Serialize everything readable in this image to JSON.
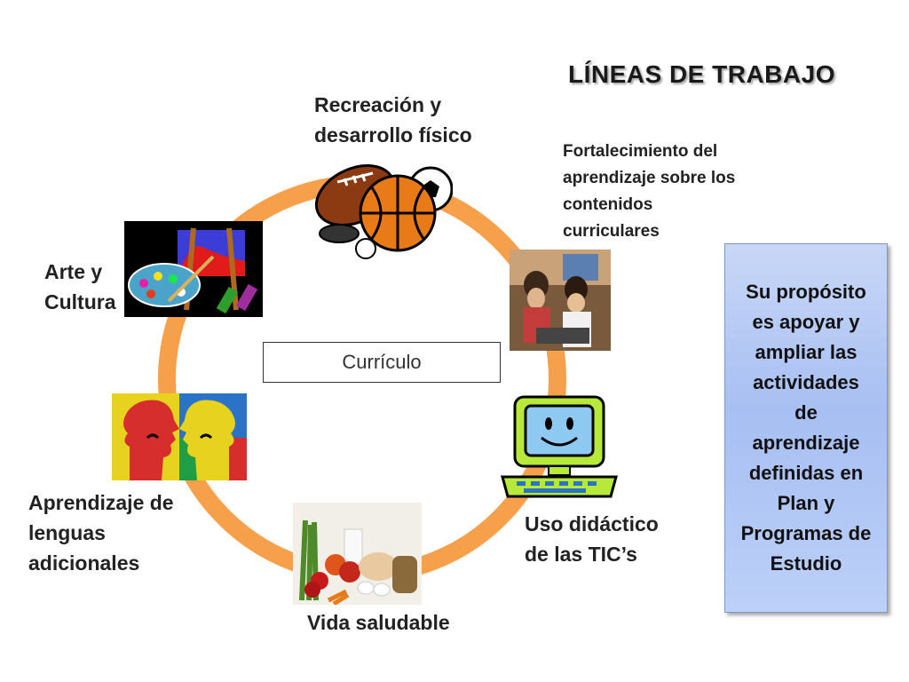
{
  "title": "LÍNEAS DE TRABAJO",
  "center": "Currículo",
  "nodes": {
    "recreacion": {
      "line1": "Recreación y",
      "line2": "desarrollo físico",
      "icon": "sports-balls-icon"
    },
    "fortalecimiento": {
      "line1": "Fortalecimiento del",
      "line2": "aprendizaje sobre los",
      "line3": "contenidos",
      "line4": "curriculares",
      "icon": "classroom-photo"
    },
    "arte": {
      "line1": "Arte y",
      "line2": "Cultura",
      "icon": "painting-easel-icon"
    },
    "lenguas": {
      "line1": "Aprendizaje de",
      "line2": "lenguas",
      "line3": "adicionales",
      "icon": "speaking-heads-icon"
    },
    "vida": {
      "line1": "Vida saludable",
      "icon": "healthy-food-photo"
    },
    "tic": {
      "line1": "Uso didáctico",
      "line2": "de las TIC’s",
      "icon": "smiling-computer-icon"
    }
  },
  "purpose": {
    "lines": [
      "Su propósito",
      "es apoyar y",
      "ampliar las",
      "actividades",
      "de",
      "aprendizaje",
      "definidas en",
      "Plan y",
      "Programas de",
      "Estudio"
    ]
  },
  "colors": {
    "ring": "#f7a04b",
    "box_fill": "#b5c8f5",
    "box_border": "#7d97c9"
  }
}
